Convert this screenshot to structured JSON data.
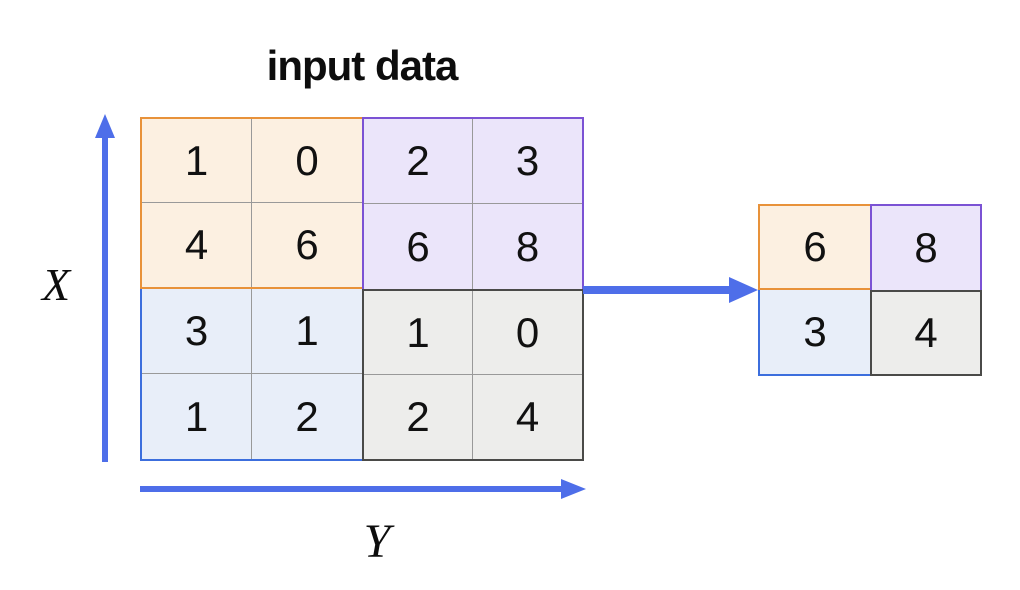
{
  "title": "input data",
  "axis_labels": {
    "x": "X",
    "y": "Y"
  },
  "input_grid": {
    "rows": [
      [
        1,
        0,
        2,
        3
      ],
      [
        4,
        6,
        6,
        8
      ],
      [
        3,
        1,
        1,
        0
      ],
      [
        1,
        2,
        2,
        4
      ]
    ]
  },
  "output_grid": {
    "rows": [
      [
        6,
        8
      ],
      [
        3,
        4
      ]
    ]
  },
  "colors": {
    "quadrant_orange_bg": "#FCF0E1",
    "quadrant_orange_border": "#E8923A",
    "quadrant_purple_bg": "#EBE5FA",
    "quadrant_purple_border": "#7B52D4",
    "quadrant_blue_bg": "#E8EEF9",
    "quadrant_blue_border": "#3C6EDD",
    "quadrant_gray_bg": "#EDEDEB",
    "quadrant_gray_border": "#4A4A48",
    "arrow": "#4E6EE9",
    "gridline": "#999999",
    "text": "#111111"
  }
}
